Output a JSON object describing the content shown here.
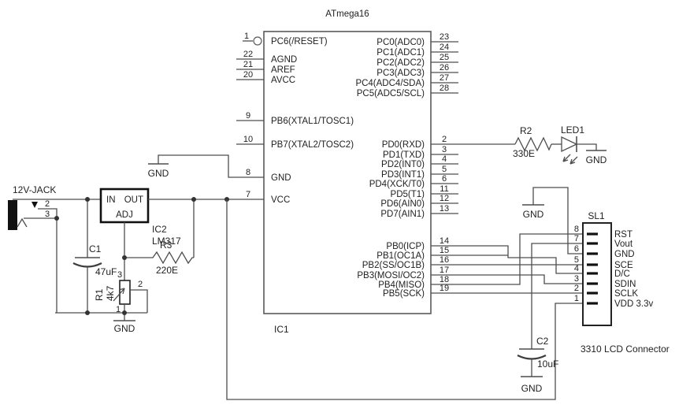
{
  "ic1": {
    "title": "ATmega16",
    "ref": "IC1",
    "left_pins": [
      {
        "num": "1",
        "label": "PC6(/RESET)"
      },
      {
        "num": "22",
        "label": "AGND"
      },
      {
        "num": "21",
        "label": "AREF"
      },
      {
        "num": "20",
        "label": "AVCC"
      },
      {
        "num": "9",
        "label": "PB6(XTAL1/TOSC1)"
      },
      {
        "num": "10",
        "label": "PB7(XTAL2/TOSC2)"
      },
      {
        "num": "8",
        "label": "GND"
      },
      {
        "num": "7",
        "label": "VCC"
      }
    ],
    "right_pins": [
      {
        "num": "23",
        "label": "PC0(ADC0)"
      },
      {
        "num": "24",
        "label": "PC1(ADC1)"
      },
      {
        "num": "25",
        "label": "PC2(ADC2)"
      },
      {
        "num": "26",
        "label": "PC3(ADC3)"
      },
      {
        "num": "27",
        "label": "PC4(ADC4/SDA)"
      },
      {
        "num": "28",
        "label": "PC5(ADC5/SCL)"
      },
      {
        "num": "2",
        "label": "PD0(RXD)"
      },
      {
        "num": "3",
        "label": "PD1(TXD)"
      },
      {
        "num": "4",
        "label": "PD2(INT0)"
      },
      {
        "num": "5",
        "label": "PD3(INT1)"
      },
      {
        "num": "6",
        "label": "PD4(XCK/T0)"
      },
      {
        "num": "11",
        "label": "PD5(T1)"
      },
      {
        "num": "12",
        "label": "PD6(AIN0)"
      },
      {
        "num": "13",
        "label": "PD7(AIN1)"
      },
      {
        "num": "14",
        "label": "PB0(ICP)"
      },
      {
        "num": "15",
        "label": "PB1(OC1A)"
      },
      {
        "num": "16",
        "label": "PB2(SS/OC1B)"
      },
      {
        "num": "17",
        "label": "PB3(MOSI/OC2)"
      },
      {
        "num": "18",
        "label": "PB4(MISO)"
      },
      {
        "num": "19",
        "label": "PB5(SCK)"
      }
    ]
  },
  "sl1": {
    "ref": "SL1",
    "caption": "3310 LCD Connector",
    "pins": [
      {
        "num": "8",
        "label": "RST"
      },
      {
        "num": "7",
        "label": "Vout"
      },
      {
        "num": "6",
        "label": "GND"
      },
      {
        "num": "5",
        "label": "SCE"
      },
      {
        "num": "4",
        "label": "D/C"
      },
      {
        "num": "3",
        "label": "SDIN"
      },
      {
        "num": "2",
        "label": "SCLK"
      },
      {
        "num": "1",
        "label": "VDD 3.3v"
      }
    ]
  },
  "regulator": {
    "ref": "IC2",
    "part": "LM317",
    "pin_in": "IN",
    "pin_out": "OUT",
    "pin_adj": "ADJ"
  },
  "jack": {
    "label": "12V-JACK",
    "pin2": "2",
    "pin3": "3"
  },
  "r1": {
    "ref": "R1",
    "value": "4k7",
    "t1": "1",
    "t2": "2",
    "t3": "3"
  },
  "r2": {
    "ref": "R2",
    "value": "330E"
  },
  "r3": {
    "ref": "R3",
    "value": "220E"
  },
  "c1": {
    "ref": "C1",
    "value": "47uF"
  },
  "c2": {
    "ref": "C2",
    "value": "10uF"
  },
  "led1": {
    "ref": "LED1"
  },
  "gnd_label": "GND",
  "colors": {
    "wire": "#4d4d4d",
    "text": "#1f1f1f",
    "box": "#111111"
  }
}
